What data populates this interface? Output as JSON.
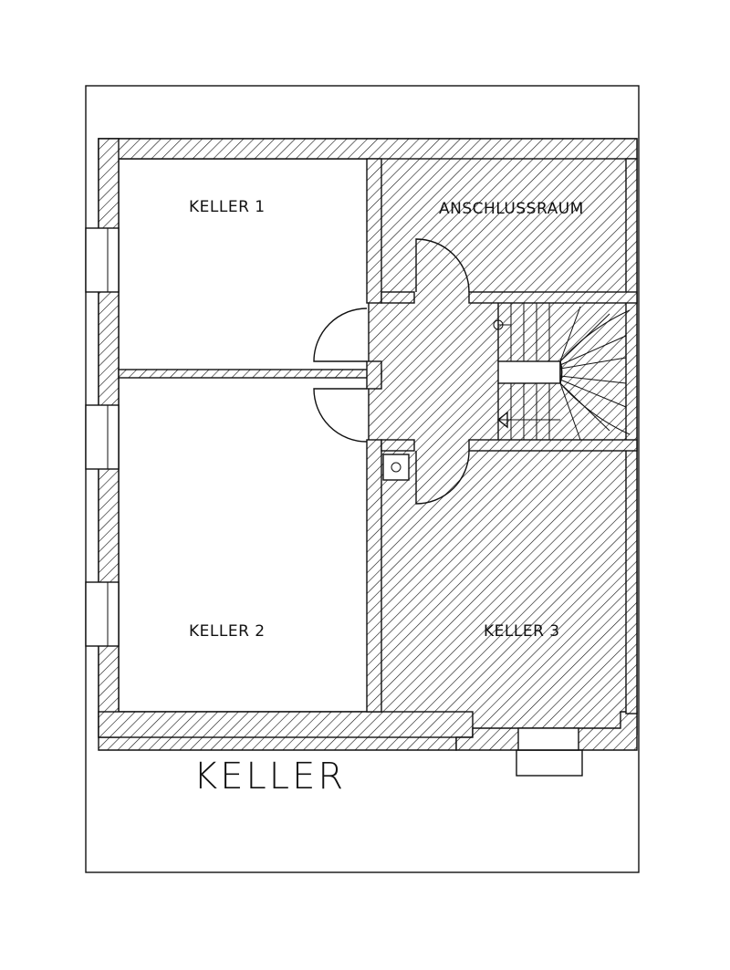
{
  "rooms": {
    "keller1": "KELLER 1",
    "anschlussraum": "ANSCHLUSSRAUM",
    "keller2": "KELLER 2",
    "keller3": "KELLER 3"
  },
  "plan_title": "KELLER",
  "colors": {
    "ink": "#111111",
    "paper": "#ffffff"
  }
}
